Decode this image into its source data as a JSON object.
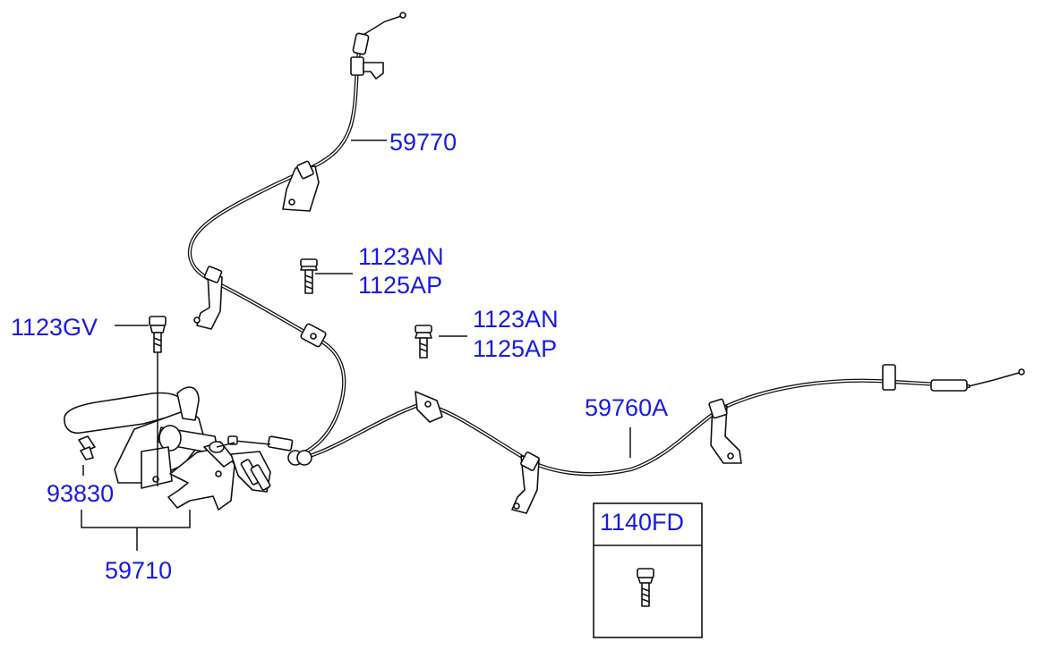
{
  "labels": {
    "cable_upper": "59770",
    "bolt_upper_a": "1123AN",
    "bolt_upper_b": "1125AP",
    "bolt_mid_a": "1123AN",
    "bolt_mid_b": "1125AP",
    "bolt_lever": "1123GV",
    "cable_lower": "59760A",
    "clip": "93830",
    "lever_assy": "59710",
    "inset_bolt": "1140FD"
  }
}
